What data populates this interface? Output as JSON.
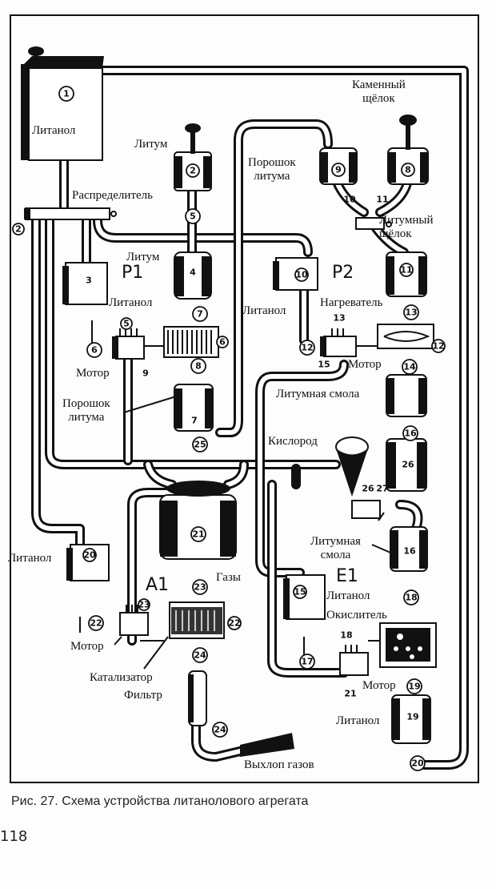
{
  "figure": {
    "caption": "Рис. 27. Схема устройства литанолового агрегата",
    "page_number": "118"
  },
  "units": {
    "p1": "P1",
    "p2": "P2",
    "a1": "A1",
    "e1": "E1"
  },
  "labels": {
    "litanol_main": "Литанол",
    "litum_top": "Литум",
    "raspredelitel": "Распределитель",
    "kamenny_shchelok": "Каменный\nщёлок",
    "poroshok_lituma_top": "Порошок\nлитума",
    "litumny_shchelok": "Литумный\nщёлок",
    "litum_p1": "Литум",
    "litanol_p1": "Литанол",
    "motor_p1": "Мотор",
    "poroshok_lituma_p1": "Порошок\nлитума",
    "litanol_p2": "Литанол",
    "nagrevatel": "Нагреватель",
    "motor_p2": "Мотор",
    "litumnaya_smola_p2": "Литумная смола",
    "kislorod": "Кислород",
    "litumnaya_smola_e1": "Литумная\nсмола",
    "litanol_a1": "Литанол",
    "gazy": "Газы",
    "motor_a1": "Мотор",
    "katalizator": "Катализатор",
    "filtr": "Фильтр",
    "vykhlop_gazov": "Выхлоп газов",
    "litanol_e1": "Литанол",
    "okislitel": "Окислитель",
    "motor_e1": "Мотор",
    "litanol_bottom": "Литанол"
  },
  "component_numbers": {
    "tank_litanol_main": "1",
    "tank_litum": "2",
    "tank_p1_litanol": "3",
    "tank_p1_litum": "4",
    "pump_p1_5": "5",
    "pump_p1_6": "6",
    "pump_p1_7": "7",
    "pump_p1_8": "8",
    "tank_poroshok": "9",
    "tank_kamenny": "8",
    "tank_p2_litanol": "10",
    "tank_litumny_shchelok": "11",
    "pump_p2_12": "12",
    "pump_p2_13": "13",
    "pump_p2_14": "14",
    "motor_p2_13": "13",
    "pipe_15": "15",
    "pump_16": "16",
    "tank_e1_litanol": "15",
    "pump_e1_17": "17",
    "pump_e1_18": "18",
    "pump_e1_19": "19",
    "tank_19": "19",
    "pump_20": "20",
    "tank_a1_litanol": "20",
    "tank_21": "21",
    "pump_a1_22": "22",
    "catalyst_22": "22",
    "pump_23": "23",
    "motor_23": "23",
    "pump_24": "24",
    "pipe_24": "24",
    "pump_25": "25",
    "tank_26": "26",
    "pipe_10": "10",
    "pipe_11": "11",
    "pipe_26": "26",
    "pipe_27": "27",
    "pipe_9": "9",
    "pipe_21": "21",
    "pipe_2": "2",
    "tank_7": "7",
    "heater_12": "12",
    "tank_16": "16",
    "motor_e1_18": "18"
  }
}
